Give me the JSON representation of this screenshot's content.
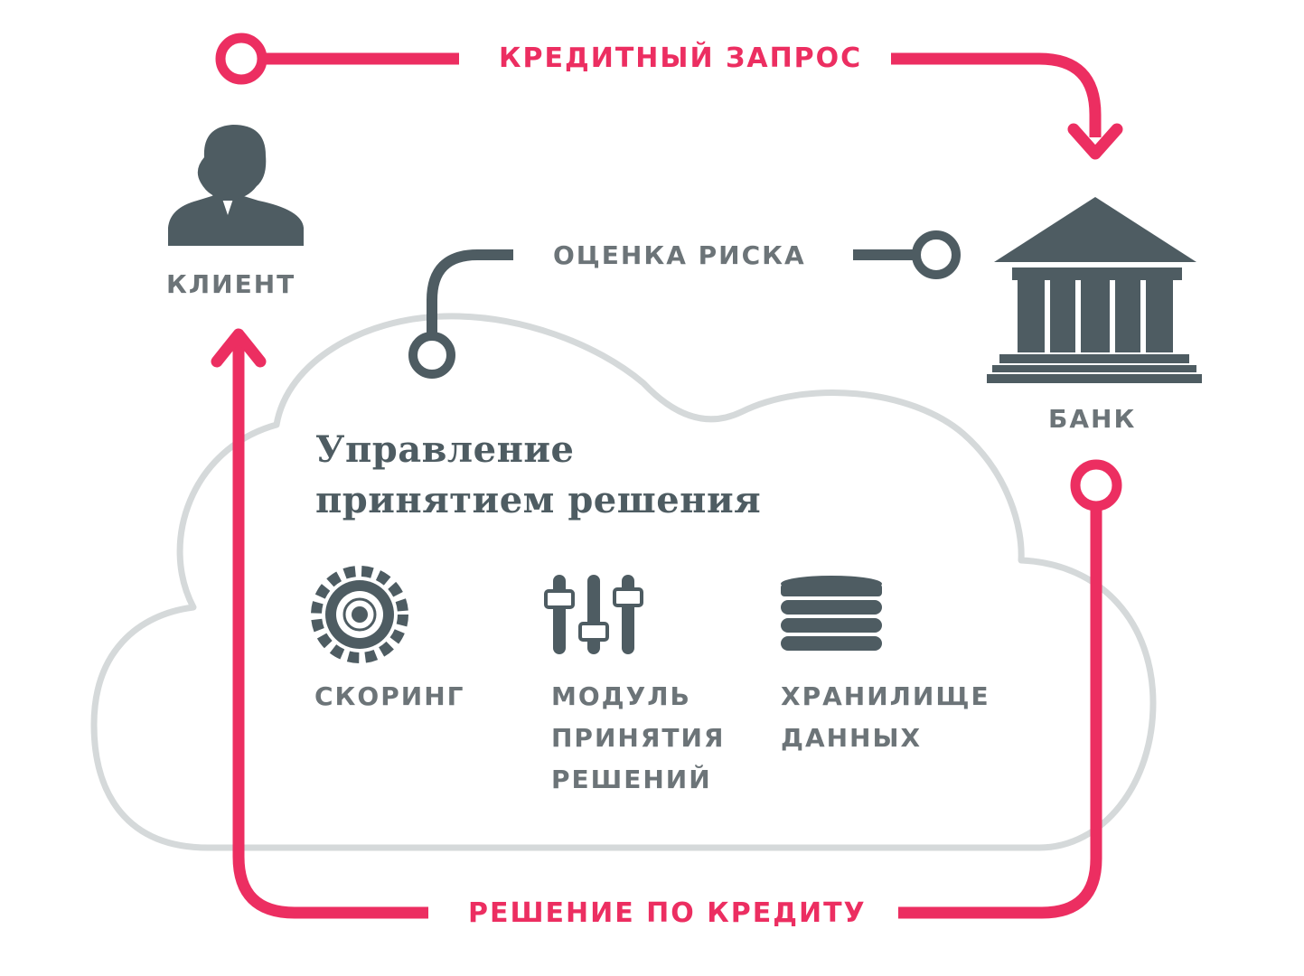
{
  "colors": {
    "accent": "#ec2e61",
    "icon": "#4e5c62",
    "cloud_outline": "#d5d9da",
    "label_grey": "#6c7478"
  },
  "flows": {
    "credit_request": "КРЕДИТНЫЙ ЗАПРОС",
    "risk_assessment": "ОЦЕНКА РИСКА",
    "credit_decision": "РЕШЕНИЕ ПО КРЕДИТУ"
  },
  "actors": {
    "client": {
      "label": "КЛИЕНТ",
      "icon": "person-icon"
    },
    "bank": {
      "label": "БАНК",
      "icon": "bank-icon"
    }
  },
  "cloud": {
    "title_lines": [
      "Управление",
      "принятием решения"
    ],
    "modules": [
      {
        "icon": "gear-icon",
        "lines": [
          "СКОРИНГ"
        ]
      },
      {
        "icon": "sliders-icon",
        "lines": [
          "МОДУЛЬ",
          "ПРИНЯТИЯ",
          "РЕШЕНИЙ"
        ]
      },
      {
        "icon": "database-icon",
        "lines": [
          "ХРАНИЛИЩЕ",
          "ДАННЫХ"
        ]
      }
    ]
  }
}
